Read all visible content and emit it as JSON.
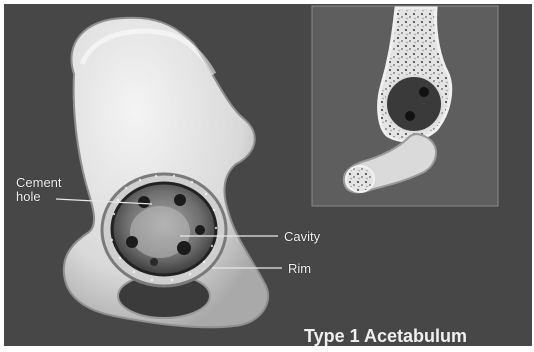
{
  "title": "Type 1 Acetabulum",
  "labels": {
    "cement_hole_line1": "Cement",
    "cement_hole_line2": "hole",
    "cavity": "Cavity",
    "rim": "Rim"
  },
  "colors": {
    "background": "#474747",
    "bone": "#e6e6e6",
    "inset_background": "#5e5e5e",
    "text": "#f2f2f2"
  }
}
